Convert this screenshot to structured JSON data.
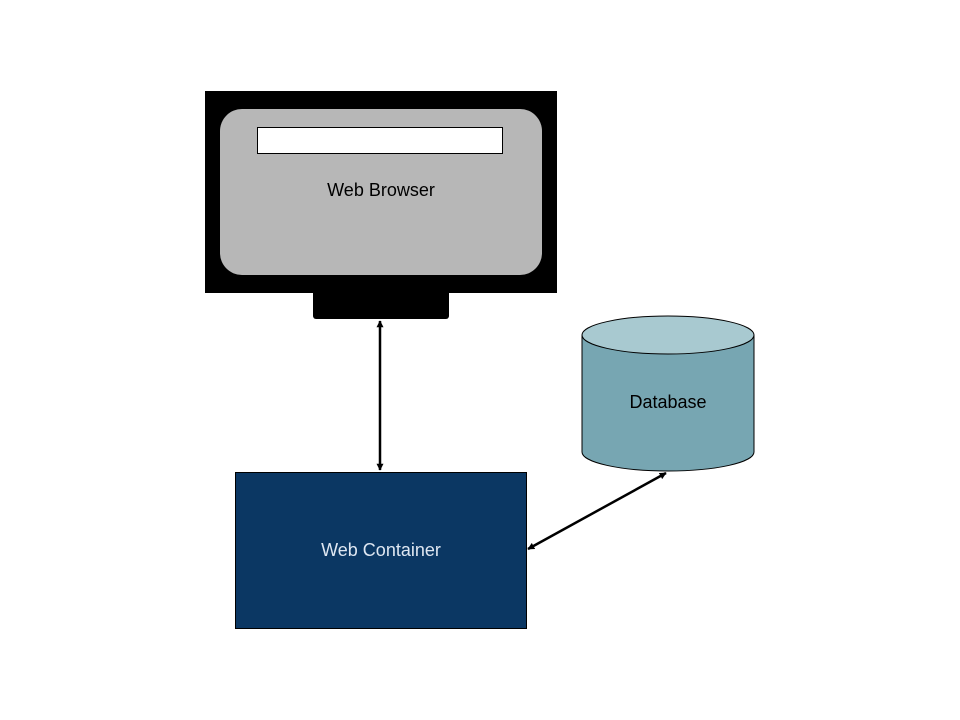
{
  "diagram": {
    "nodes": {
      "browser": {
        "label": "Web Browser"
      },
      "container": {
        "label": "Web Container"
      },
      "database": {
        "label": "Database"
      }
    },
    "edges": [
      {
        "from": "browser",
        "to": "container",
        "direction": "bidirectional"
      },
      {
        "from": "container",
        "to": "database",
        "direction": "bidirectional"
      }
    ]
  },
  "colors": {
    "monitor_frame": "#000000",
    "browser_screen": "#b7b7b7",
    "address_bar": "#ffffff",
    "container_fill": "#0b3763",
    "container_text": "#dfe7f2",
    "database_body": "#77a6b2",
    "database_top": "#a8c9d0",
    "arrow": "#000000"
  }
}
